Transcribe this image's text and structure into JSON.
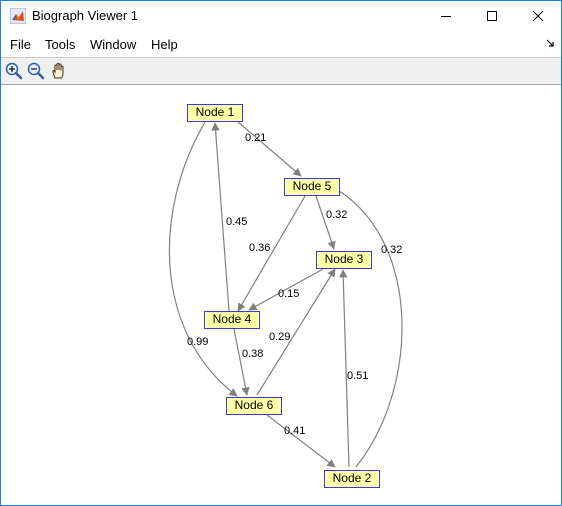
{
  "window": {
    "title": "Biograph Viewer 1",
    "border_color": "#1883d7"
  },
  "icons": {
    "app": "matlab-icon",
    "minimize": "minimize-icon",
    "maximize": "maximize-icon",
    "close": "close-icon",
    "menu_corner": "dock-arrow-icon",
    "zoom_in": "zoom-in-icon",
    "zoom_out": "zoom-out-icon",
    "pan": "hand-pan-icon"
  },
  "menu": {
    "items": [
      "File",
      "Tools",
      "Window",
      "Help"
    ]
  },
  "graph": {
    "node_fill": "#ffffa8",
    "node_border": "#3a3ad6",
    "edge_color": "#808080",
    "nodes": [
      {
        "id": "n1",
        "label": "Node 1"
      },
      {
        "id": "n5",
        "label": "Node 5"
      },
      {
        "id": "n3",
        "label": "Node 3"
      },
      {
        "id": "n4",
        "label": "Node 4"
      },
      {
        "id": "n6",
        "label": "Node 6"
      },
      {
        "id": "n2",
        "label": "Node 2"
      }
    ],
    "edges": [
      {
        "from": "Node 1",
        "to": "Node 5",
        "weight": "0.21"
      },
      {
        "from": "Node 5",
        "to": "Node 3",
        "weight": "0.32"
      },
      {
        "from": "Node 5",
        "to": "Node 4",
        "weight": "0.36"
      },
      {
        "from": "Node 4",
        "to": "Node 1",
        "weight": "0.45"
      },
      {
        "from": "Node 3",
        "to": "Node 4",
        "weight": "0.15"
      },
      {
        "from": "Node 4",
        "to": "Node 6",
        "weight": "0.38"
      },
      {
        "from": "Node 6",
        "to": "Node 3",
        "weight": "0.29"
      },
      {
        "from": "Node 1",
        "to": "Node 6",
        "weight": "0.99"
      },
      {
        "from": "Node 6",
        "to": "Node 2",
        "weight": "0.41"
      },
      {
        "from": "Node 2",
        "to": "Node 3",
        "weight": "0.51"
      },
      {
        "from": "Node 2",
        "to": "Node 5",
        "weight": "0.32"
      }
    ]
  }
}
